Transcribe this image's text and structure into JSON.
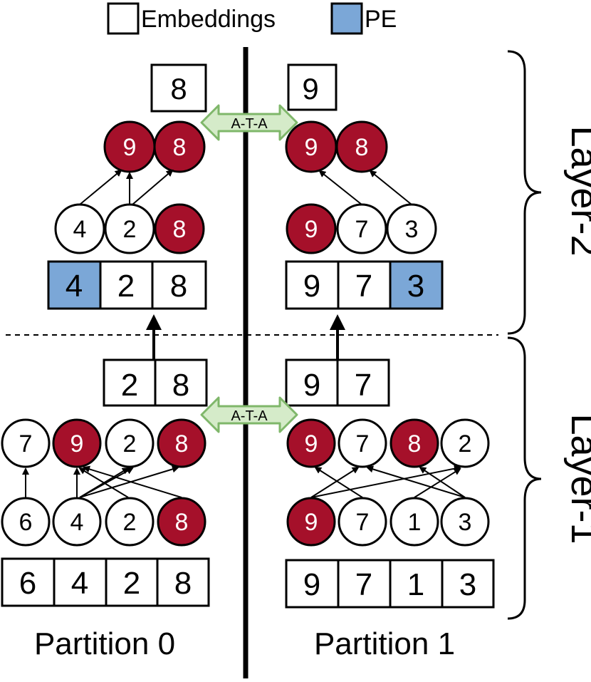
{
  "legend": {
    "embeddings_label": "Embeddings",
    "pe_label": "PE"
  },
  "colors": {
    "pe_fill": "#7ba7d7",
    "node_red": "#a5102a",
    "ata_fill": "#d5ebc9",
    "ata_stroke": "#7fb76a"
  },
  "layers": {
    "layer2": "Layer-2",
    "layer1": "Layer-1"
  },
  "ata_label": "A-T-A",
  "partitions": {
    "p0": {
      "label": "Partition 0",
      "l2_out": [
        "8"
      ],
      "l2_agg": [
        "9",
        "8"
      ],
      "l2_nodes": [
        "4",
        "2",
        "8"
      ],
      "l2_in": [
        "4",
        "2",
        "8"
      ],
      "l1_out": [
        "2",
        "8"
      ],
      "l1_agg": [
        "7",
        "9",
        "2",
        "8"
      ],
      "l1_nodes": [
        "6",
        "4",
        "2",
        "8"
      ],
      "l1_in": [
        "6",
        "4",
        "2",
        "8"
      ]
    },
    "p1": {
      "label": "Partition 1",
      "l2_out": [
        "9"
      ],
      "l2_agg": [
        "9",
        "8"
      ],
      "l2_nodes": [
        "9",
        "7",
        "3"
      ],
      "l2_in": [
        "9",
        "7",
        "3"
      ],
      "l1_out": [
        "9",
        "7"
      ],
      "l1_agg": [
        "9",
        "7",
        "8",
        "2"
      ],
      "l1_nodes": [
        "9",
        "7",
        "1",
        "3"
      ],
      "l1_in": [
        "9",
        "7",
        "1",
        "3"
      ]
    }
  }
}
